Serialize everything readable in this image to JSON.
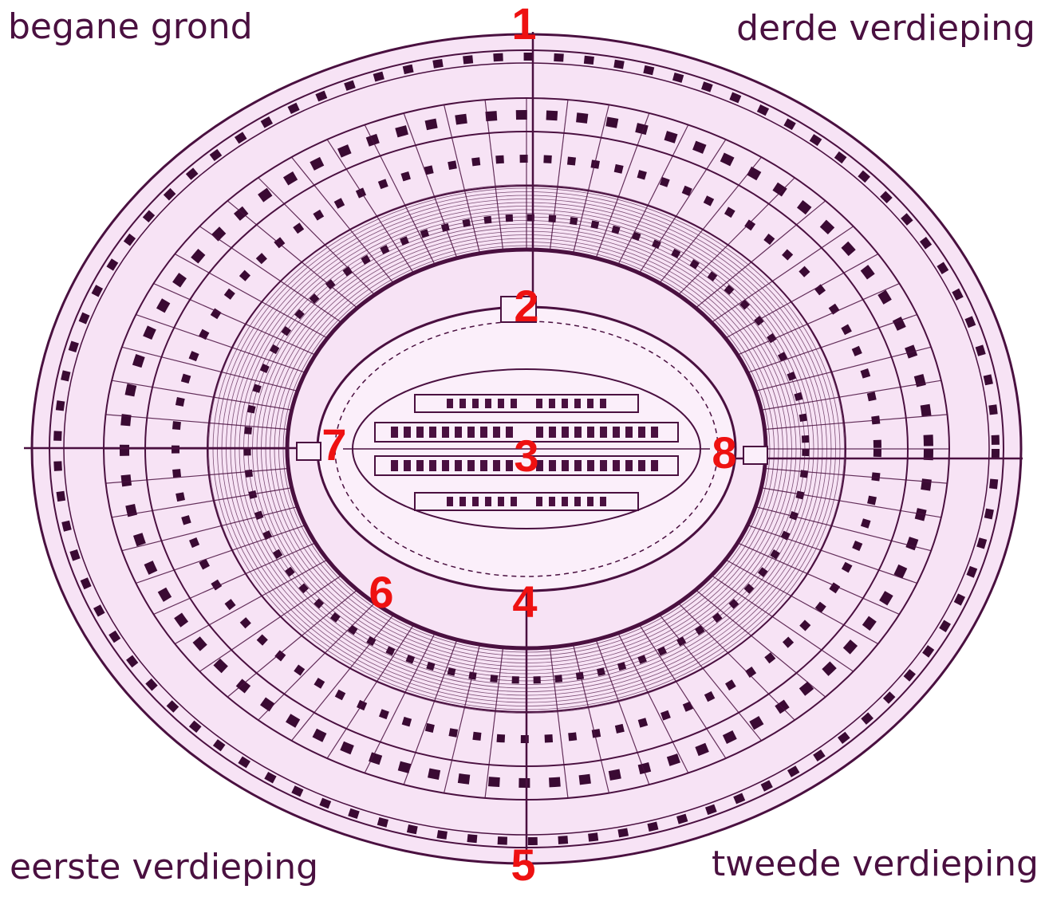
{
  "quadrants": {
    "top_left": "begane grond",
    "top_right": "derde verdieping",
    "bottom_left": "eerste verdieping",
    "bottom_right": "tweede verdieping"
  },
  "markers": [
    "1",
    "2",
    "3",
    "4",
    "5",
    "6",
    "7",
    "8"
  ],
  "colors": {
    "background": "#ffffff",
    "plan_fill": "#f7e3f5",
    "ink": "#4a1040",
    "marker": "#ee1111"
  }
}
